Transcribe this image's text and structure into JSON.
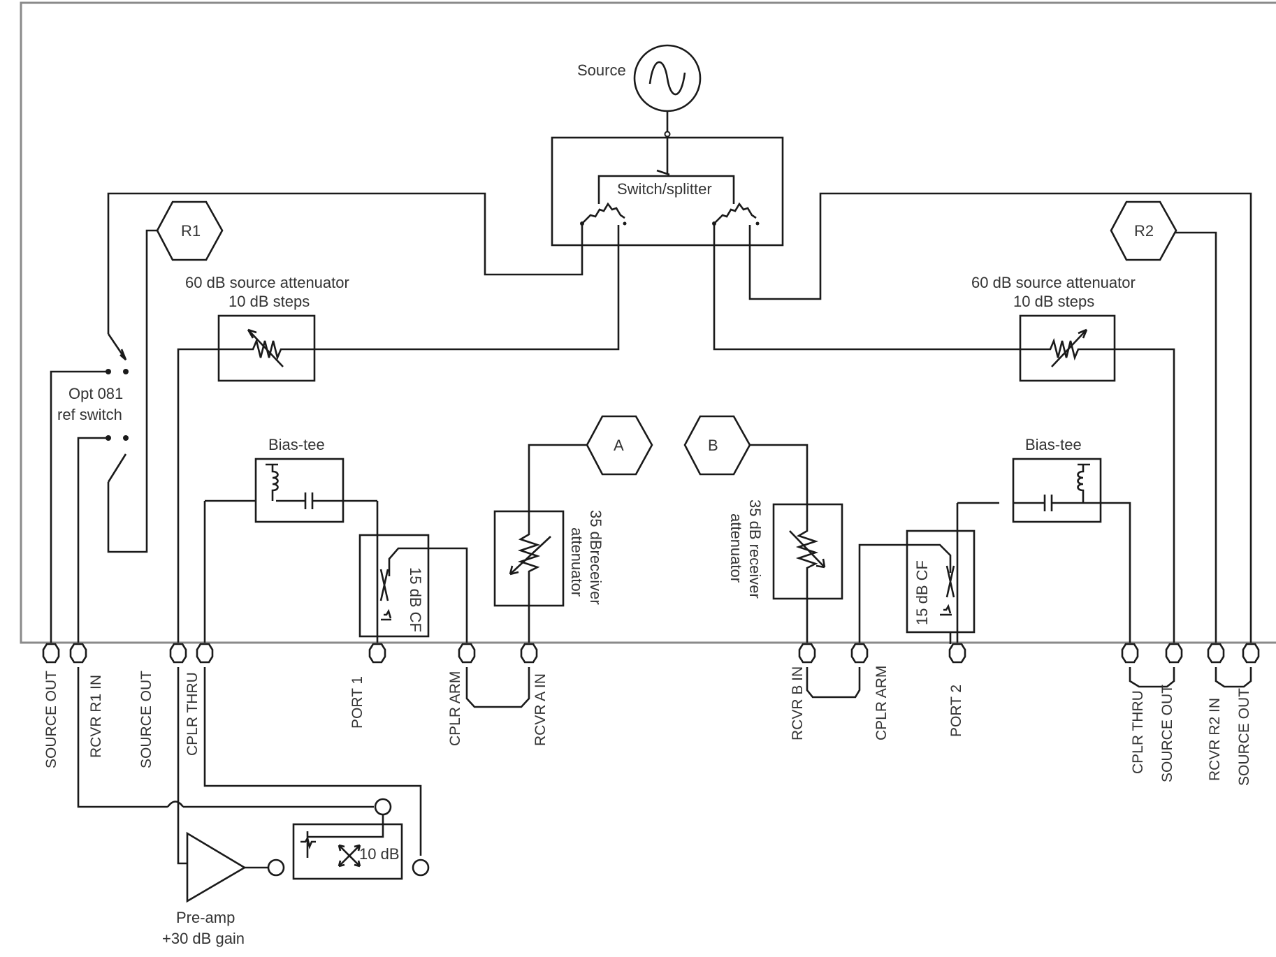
{
  "colors": {
    "line": "#1a1a1a",
    "frame": "#8a8a8a",
    "text": "#333333",
    "background": "#ffffff"
  },
  "labels": {
    "source": "Source",
    "switch_splitter": "Switch/splitter",
    "r1": "R1",
    "r2": "R2",
    "a": "A",
    "b": "B",
    "atten_left_line1": "60 dB source attenuator",
    "atten_left_line2": "10 dB steps",
    "atten_right_line1": "60 dB source attenuator",
    "atten_right_line2": "10 dB steps",
    "opt081_line1": "Opt 081",
    "opt081_line2": "ref switch",
    "bias_tee_left": "Bias-tee",
    "bias_tee_right": "Bias-tee",
    "coupler_left": "15 dB CF",
    "coupler_right": "15 dB CF",
    "rx_atten_a_line1": "35 dBreceiver",
    "rx_atten_a_line2": "attenuator",
    "rx_atten_b_line1": "35 dB receiver",
    "rx_atten_b_line2": "attenuator",
    "ext_coupler": "10 dB",
    "preamp_line1": "Pre-amp",
    "preamp_line2": "+30 dB gain"
  },
  "ports": {
    "source_out_1": "SOURCE OUT",
    "rcvr_r1_in": "RCVR R1 IN",
    "source_out_2": "SOURCE OUT",
    "cplr_thru_1": "CPLR THRU",
    "port_1": "PORT 1",
    "cplr_arm_1": "CPLR ARM",
    "rcvr_a_in": "RCVR A IN",
    "rcvr_b_in": "RCVR B IN",
    "cplr_arm_2": "CPLR ARM",
    "port_2": "PORT 2",
    "cplr_thru_2": "CPLR THRU",
    "source_out_3": "SOURCE OUT",
    "rcvr_r2_in": "RCVR R2 IN",
    "source_out_4": "SOURCE OUT"
  },
  "icons": {
    "source": "sine-source-icon",
    "attenuator": "variable-attenuator-icon",
    "amplifier": "amplifier-triangle-icon",
    "coupler": "directional-coupler-icon",
    "connector": "port-connector-icon",
    "receiver": "hexagon-receiver-icon"
  }
}
